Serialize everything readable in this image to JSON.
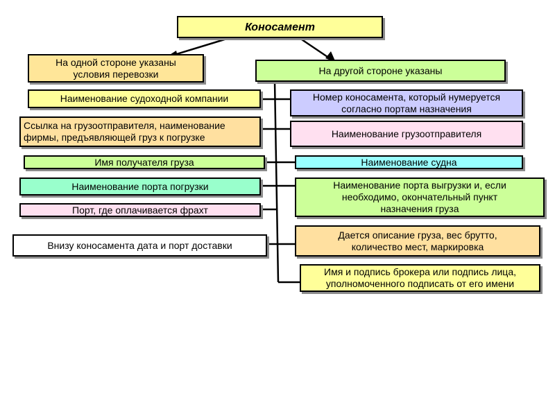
{
  "diagram": {
    "title": "Коносамент",
    "left_header": "На одной стороне  указаны\nусловия  перевозки",
    "right_header": "На другой стороне указаны",
    "left_items": [
      "Наименование судоходной компании",
      "Ссылка на грузоотправителя,  наименование\nфирмы,  предъявляющей  груз  к погрузке",
      "Имя получателя груза",
      "Наименование порта погрузки",
      "Порт, где оплачивается фрахт",
      "Внизу  коносамента дата и порт доставки"
    ],
    "right_items": [
      "Номер коносамента, который  нумеруется\nсогласно    портам назначения",
      "Наименование  грузоотправителя",
      "Наименование судна",
      "Наименование порта  выгрузки и,  если\nнеобходимо,  окончательный  пункт\nназначения  груза",
      "Дается  описание   груза,  вес  брутто,\nколичество  мест, маркировка",
      "Имя и подпись  брокера или подпись  лица,\nуполномоченного  подписать  от его имени"
    ]
  },
  "colors": {
    "title": "#ffff99",
    "left_header": "#ffe699",
    "right_header": "#ccff99",
    "yellow": "#ffff99",
    "orange": "#ffe0a0",
    "green": "#ccff99",
    "mint": "#99ffcc",
    "pink": "#ffe0f0",
    "white": "#ffffff",
    "lavender": "#ccccff",
    "cyan": "#99ffff"
  }
}
